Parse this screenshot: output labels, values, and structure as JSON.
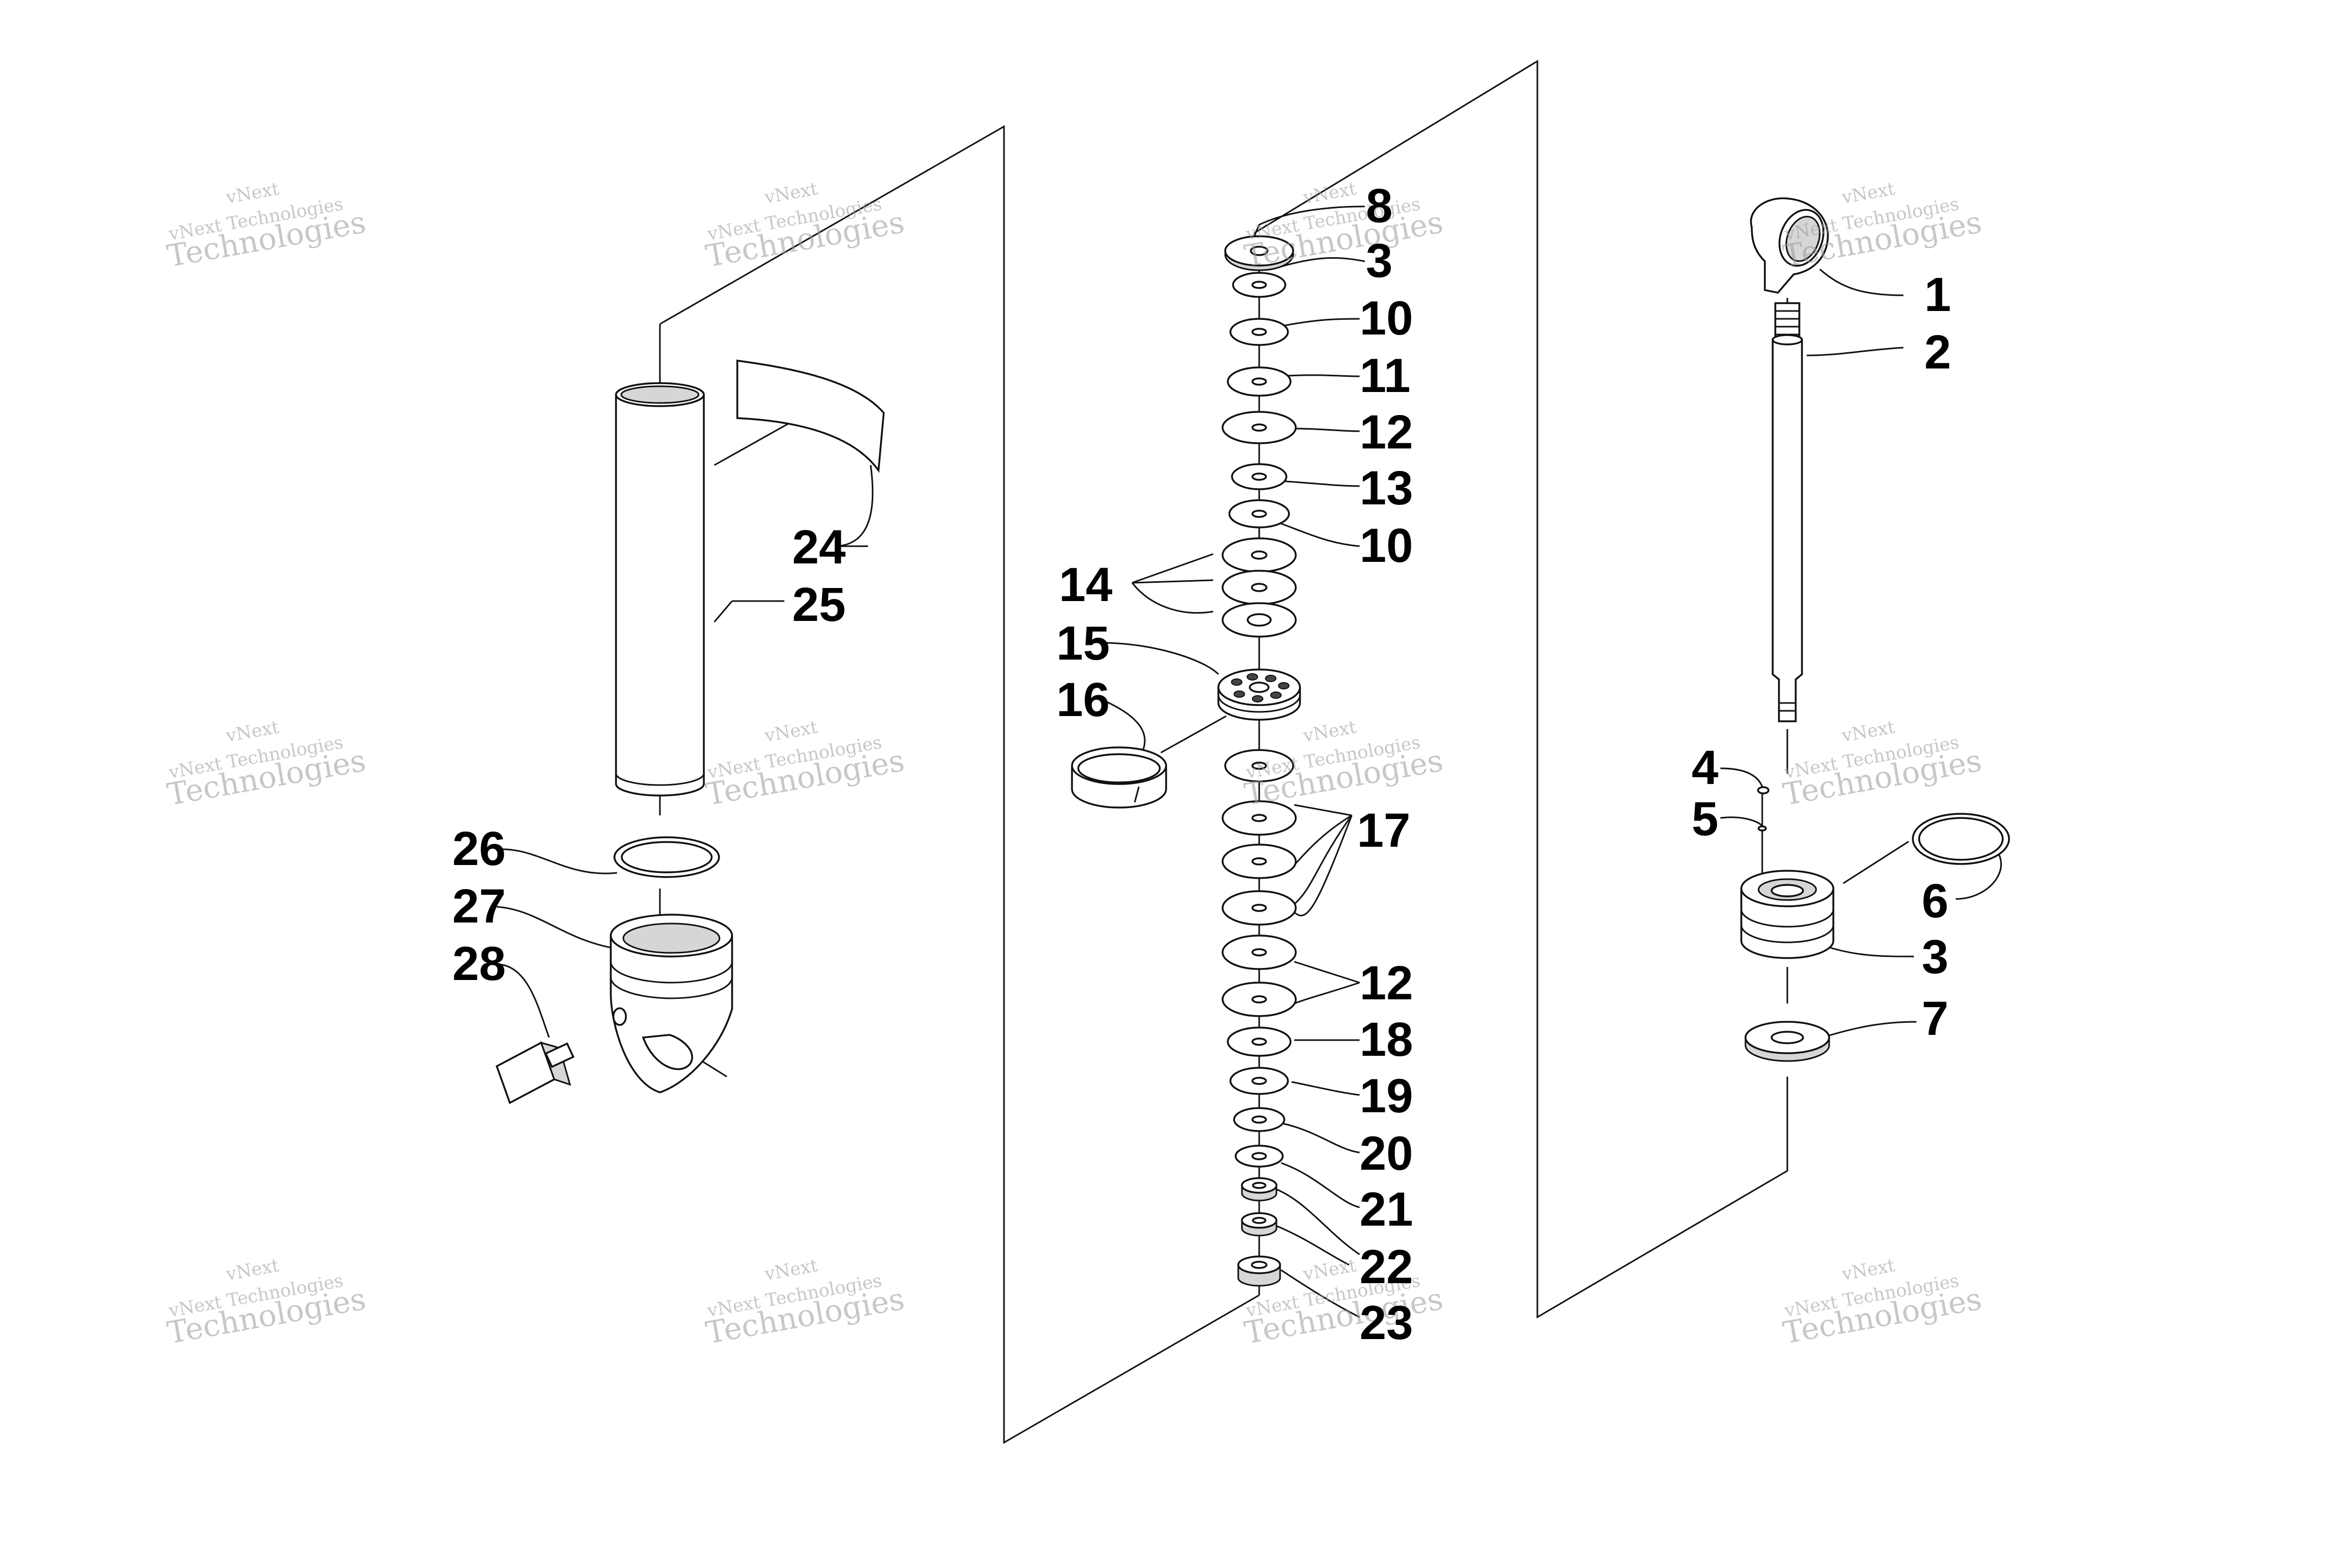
{
  "callouts": {
    "c1": "1",
    "c2": "2",
    "c3a": "3",
    "c3b": "3",
    "c4": "4",
    "c5": "5",
    "c6": "6",
    "c7": "7",
    "c8": "8",
    "c10a": "10",
    "c10b": "10",
    "c11": "11",
    "c12a": "12",
    "c12b": "12",
    "c13": "13",
    "c14": "14",
    "c15": "15",
    "c16": "16",
    "c17": "17",
    "c18": "18",
    "c19": "19",
    "c20": "20",
    "c21": "21",
    "c22": "22",
    "c23": "23",
    "c24": "24",
    "c25": "25",
    "c26": "26",
    "c27": "27",
    "c28": "28"
  },
  "watermark": {
    "line1": "vNext",
    "line2": "vNext Technologies",
    "line3": "Technologies"
  },
  "colors": {
    "ink": "#111111",
    "background": "#ffffff",
    "watermark": "#9a9a9a"
  }
}
